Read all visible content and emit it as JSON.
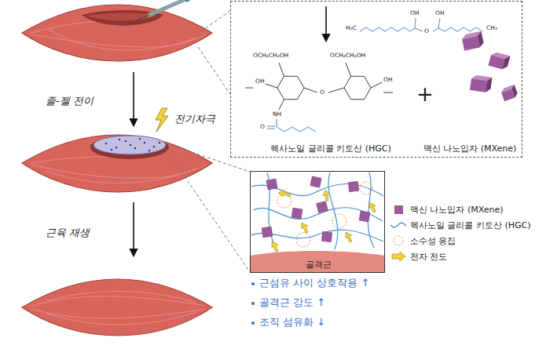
{
  "diagram": {
    "nodes": [
      {
        "text": [
          "헥사노일 글리콜 키토산 (HGC)",
          "+",
          "맥신 나노입자 (MXene)"
        ]
      },
      {
        "text": [
          "골격근"
        ]
      }
    ],
    "labels": [
      "졸-젤 전이",
      "전기자극",
      "근육 재생",
      "근섬유 사이 상호작용 ↑",
      "골격근 강도 ↑",
      "조직 섬유화 ↓",
      "H₃C",
      "OH",
      "O",
      "OH",
      "CH₃",
      "OCH₂CH₂OH",
      "OCH₂CH₂OH",
      "OH",
      "O",
      "OH",
      "NH",
      "O"
    ],
    "legend": [
      {
        "text": "맥신 나노입자 (MXene)",
        "color": "#9c5a9c"
      },
      {
        "text": "헥사노일 글리콜 키토산 (HGC)"
      },
      {
        "text": "소수성 응집"
      },
      {
        "text": "전자 전도"
      }
    ]
  }
}
